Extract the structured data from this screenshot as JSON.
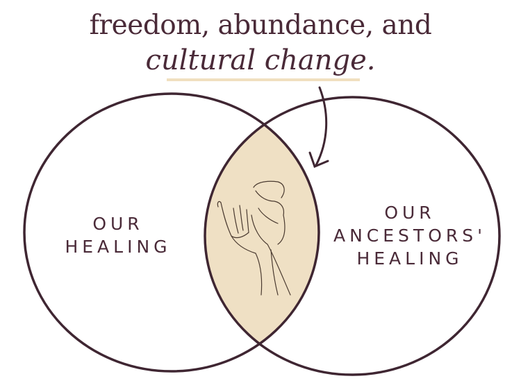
{
  "title": {
    "line1": "freedom, abundance, and",
    "line2": "cultural change."
  },
  "circles": [
    {
      "label_lines": [
        "OUR",
        "HEALING"
      ]
    },
    {
      "label_lines": [
        "OUR",
        "ANCESTORS'",
        "HEALING"
      ]
    }
  ],
  "colors": {
    "ink": "#4a2a38",
    "overlap": "#efe0c4",
    "underline": "#f0dfbf"
  }
}
